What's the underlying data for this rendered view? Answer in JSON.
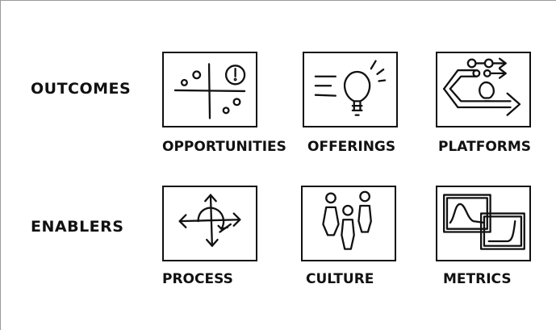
{
  "rows": [
    {
      "label": "OUTCOMES",
      "tiles": [
        {
          "caption": "OPPORTUNITIES",
          "icon": "quadrant-icon"
        },
        {
          "caption": "OFFERINGS",
          "icon": "lightbulb-icon"
        },
        {
          "caption": "PLATFORMS",
          "icon": "platform-arrows-icon"
        }
      ]
    },
    {
      "label": "ENABLERS",
      "tiles": [
        {
          "caption": "PROCESS",
          "icon": "compass-arrows-icon"
        },
        {
          "caption": "CULTURE",
          "icon": "people-icon"
        },
        {
          "caption": "METRICS",
          "icon": "charts-icon"
        }
      ]
    }
  ],
  "colors": {
    "ink": "#111111",
    "background": "#ffffff",
    "frame": "#9a9a9a"
  }
}
